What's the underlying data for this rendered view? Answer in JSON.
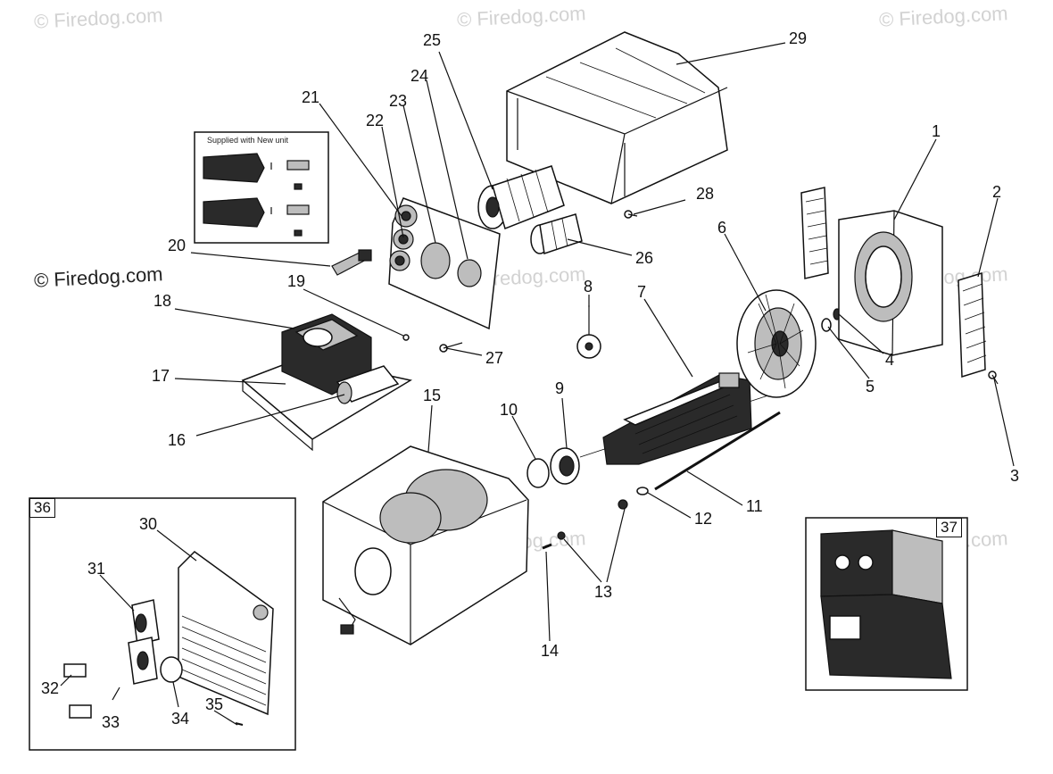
{
  "watermark": "© Firedog.com",
  "kit_box": {
    "title": "Supplied with New unit"
  },
  "insets": [
    {
      "id": "36",
      "label": "36"
    },
    {
      "id": "37",
      "label": "37"
    }
  ],
  "callouts": [
    {
      "id": "c1",
      "label": "1"
    },
    {
      "id": "c2",
      "label": "2"
    },
    {
      "id": "c3",
      "label": "3"
    },
    {
      "id": "c4",
      "label": "4"
    },
    {
      "id": "c5",
      "label": "5"
    },
    {
      "id": "c6",
      "label": "6"
    },
    {
      "id": "c7",
      "label": "7"
    },
    {
      "id": "c8",
      "label": "8"
    },
    {
      "id": "c9",
      "label": "9"
    },
    {
      "id": "c10",
      "label": "10"
    },
    {
      "id": "c11",
      "label": "11"
    },
    {
      "id": "c12",
      "label": "12"
    },
    {
      "id": "c13",
      "label": "13"
    },
    {
      "id": "c14",
      "label": "14"
    },
    {
      "id": "c15",
      "label": "15"
    },
    {
      "id": "c16",
      "label": "16"
    },
    {
      "id": "c17",
      "label": "17"
    },
    {
      "id": "c18",
      "label": "18"
    },
    {
      "id": "c19",
      "label": "19"
    },
    {
      "id": "c20",
      "label": "20"
    },
    {
      "id": "c21",
      "label": "21"
    },
    {
      "id": "c22",
      "label": "22"
    },
    {
      "id": "c23",
      "label": "23"
    },
    {
      "id": "c24",
      "label": "24"
    },
    {
      "id": "c25",
      "label": "25"
    },
    {
      "id": "c26",
      "label": "26"
    },
    {
      "id": "c27",
      "label": "27"
    },
    {
      "id": "c28",
      "label": "28"
    },
    {
      "id": "c29",
      "label": "29"
    },
    {
      "id": "c30",
      "label": "30"
    },
    {
      "id": "c31",
      "label": "31"
    },
    {
      "id": "c32",
      "label": "32"
    },
    {
      "id": "c33",
      "label": "33"
    },
    {
      "id": "c34",
      "label": "34"
    },
    {
      "id": "c35",
      "label": "35"
    }
  ]
}
